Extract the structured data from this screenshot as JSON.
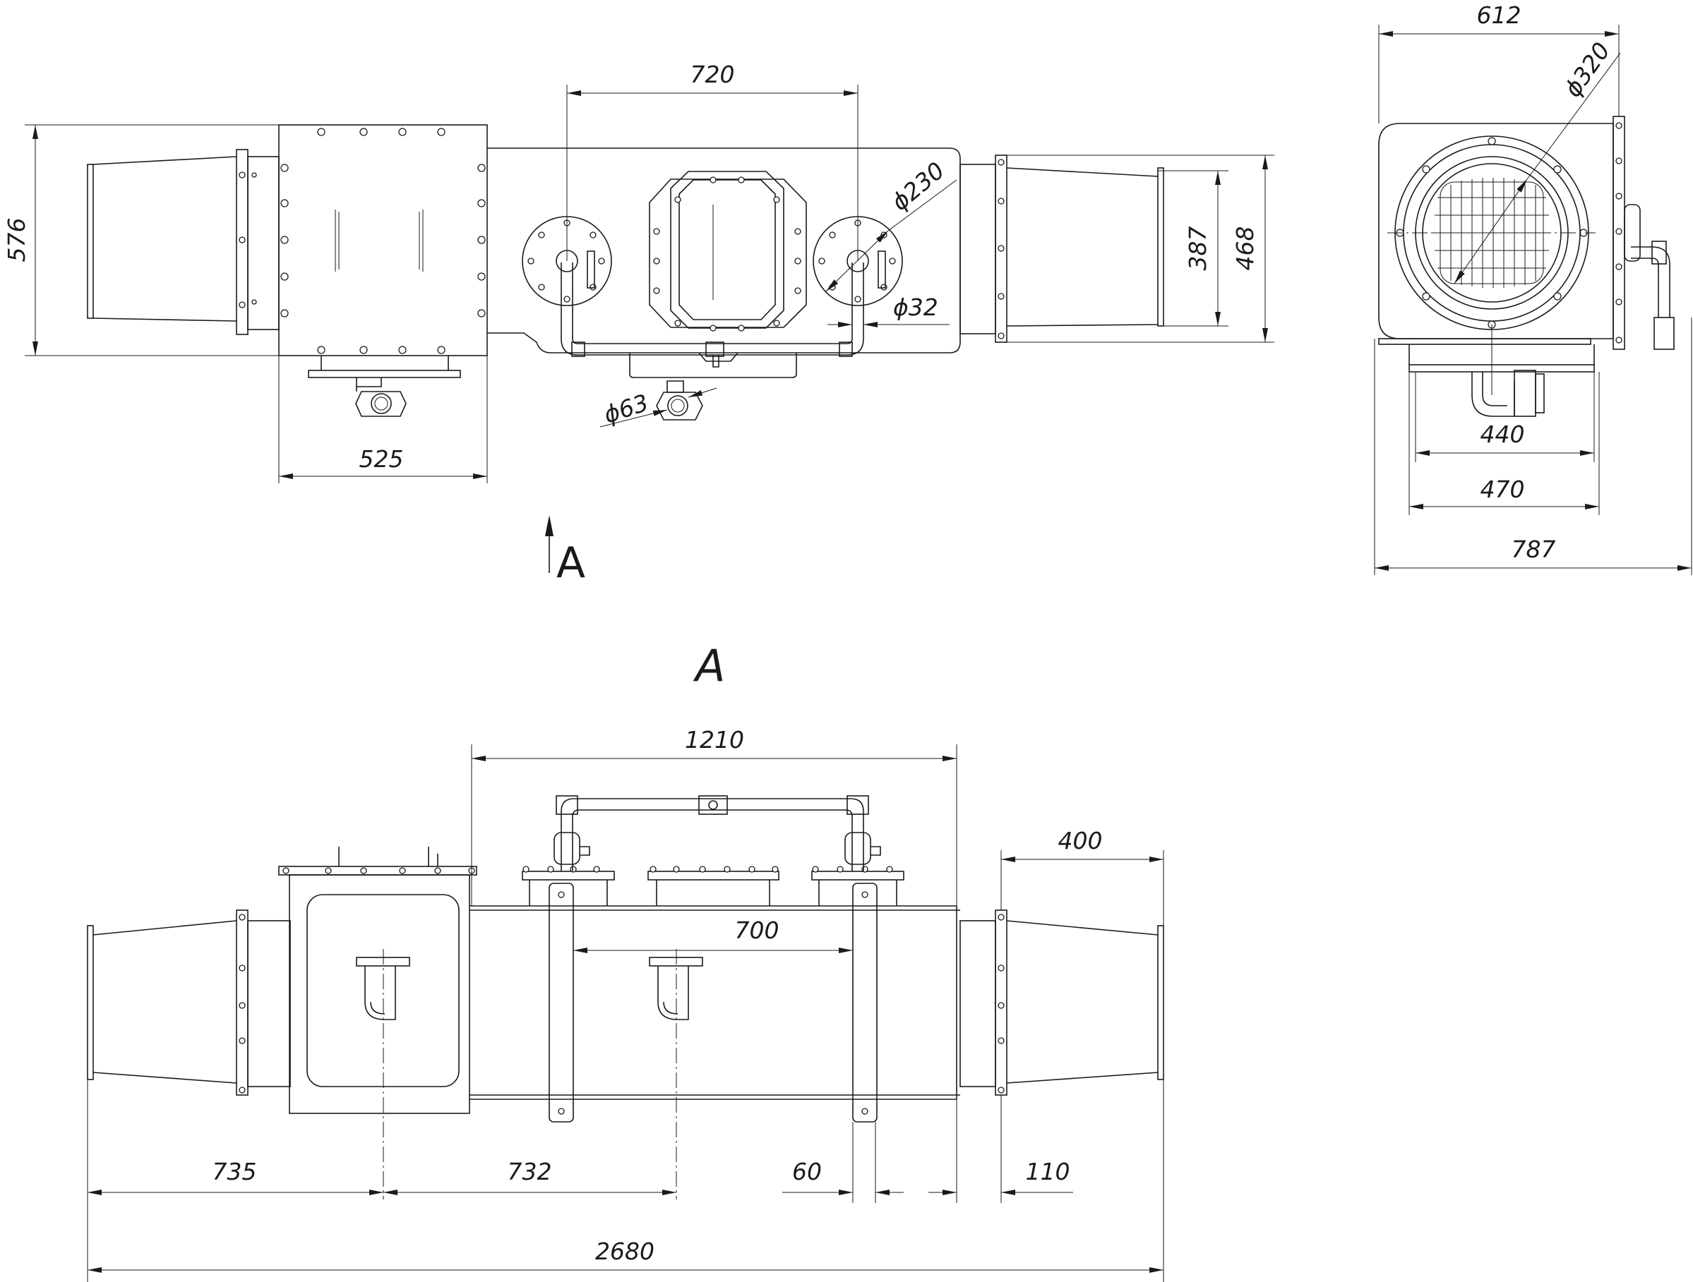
{
  "dimensions": {
    "top_view": {
      "height_576": "576",
      "width_525": "525",
      "center_distance_720": "720",
      "dia_230": "ϕ230",
      "dia_32": "ϕ32",
      "dia_63": "ϕ63",
      "height_387": "387",
      "height_468": "468"
    },
    "side_view": {
      "width_612": "612",
      "dia_320": "ϕ320",
      "width_440": "440",
      "width_470": "470",
      "width_787": "787"
    },
    "view_a": {
      "length_1210": "1210",
      "length_700": "700",
      "length_400": "400",
      "length_735": "735",
      "length_732": "732",
      "length_60": "60",
      "length_110": "110",
      "total_2680": "2680"
    }
  },
  "labels": {
    "view_arrow_letter": "A",
    "view_title": "A"
  }
}
